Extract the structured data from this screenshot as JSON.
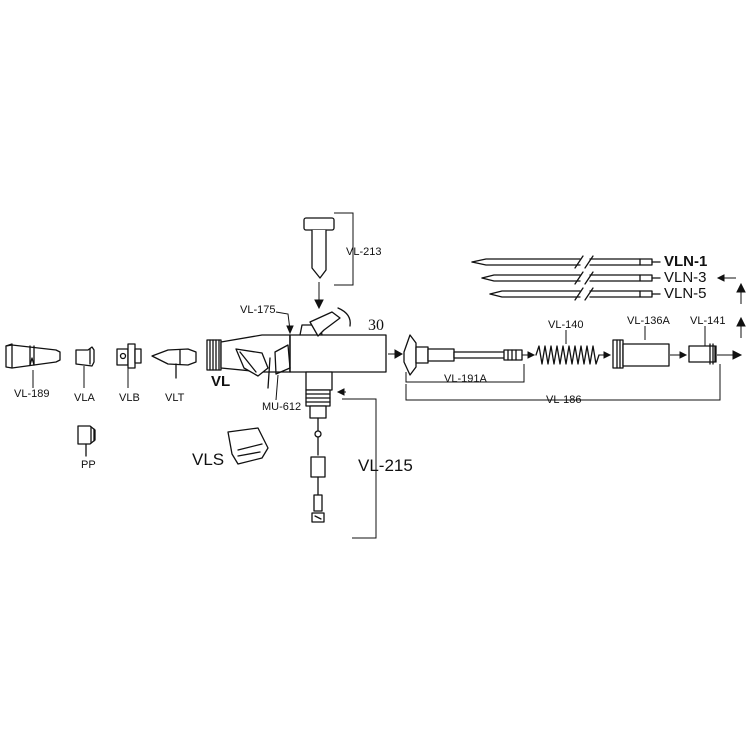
{
  "diagram": {
    "labels": {
      "vl189": "VL-189",
      "vla": "VLA",
      "vlb": "VLB",
      "vlt": "VLT",
      "pp": "PP",
      "vl": "VL",
      "vl175": "VL-175",
      "mu612": "MU-612",
      "vl213": "VL-213",
      "num30": "30",
      "vls": "VLS",
      "vl215": "VL-215",
      "vl191a": "VL-191A",
      "vl140": "VL-140",
      "vl136a": "VL-136A",
      "vl141": "VL-141",
      "vl186": "VL-186",
      "vln1": "VLN-1",
      "vln3": "VLN-3",
      "vln5": "VLN-5"
    }
  }
}
